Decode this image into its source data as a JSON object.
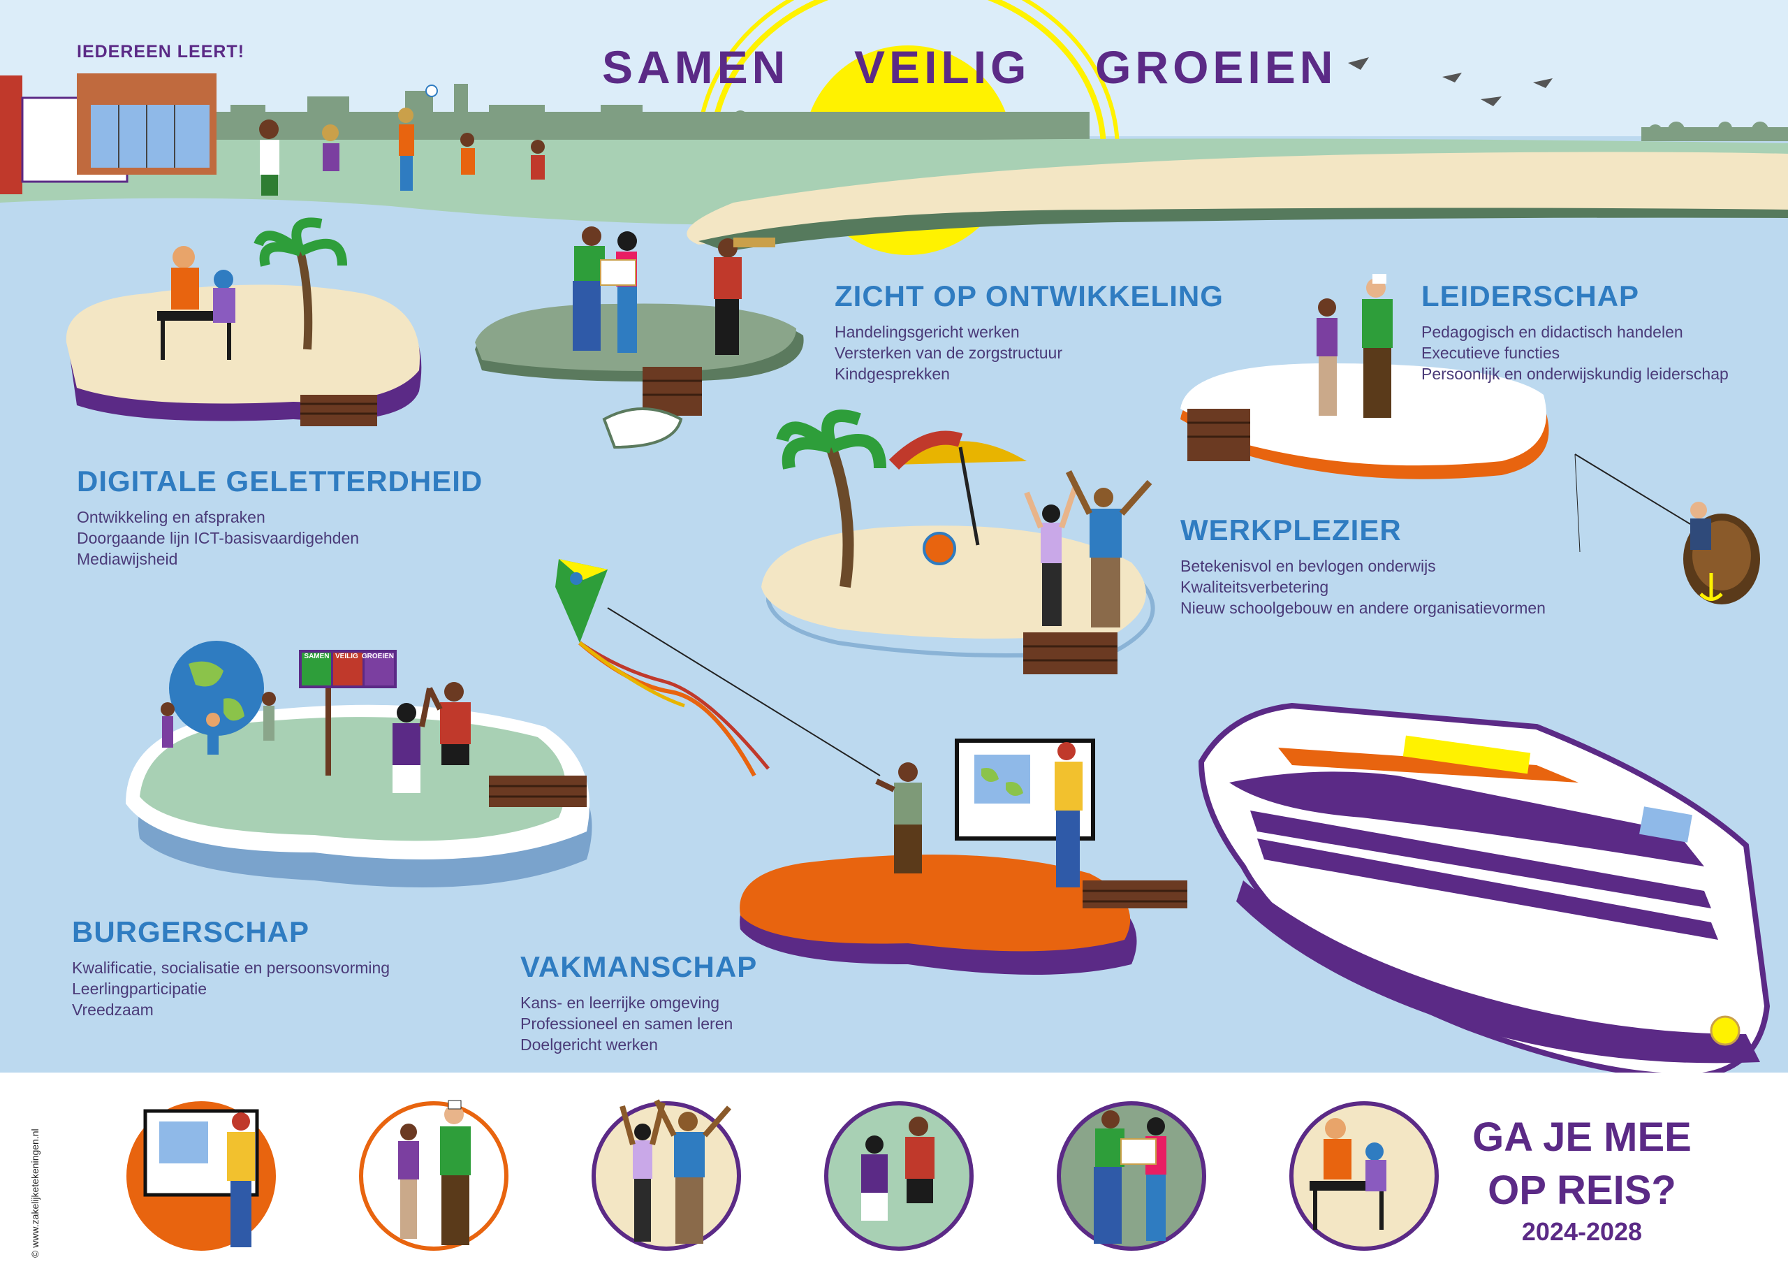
{
  "header": {
    "kicker": "IEDEREEN LEERT!",
    "title": "SAMEN  VEILIG  GROEIEN"
  },
  "sections": {
    "digitale_geletterdheid": {
      "heading": "DIGITALE GELETTERDHEID",
      "items": [
        "Ontwikkeling en afspraken",
        "Doorgaande lijn ICT-basisvaardigehden",
        "Mediawijsheid"
      ]
    },
    "zicht_op_ontwikkeling": {
      "heading": "ZICHT OP ONTWIKKELING",
      "items": [
        "Handelingsgericht werken",
        "Versterken van de zorgstructuur",
        "Kindgesprekken"
      ]
    },
    "leiderschap": {
      "heading": "LEIDERSCHAP",
      "items": [
        "Pedagogisch en didactisch handelen",
        "Executieve functies",
        "Persoonlijk en onderwijskundig leiderschap"
      ]
    },
    "werkplezier": {
      "heading": "WERKPLEZIER",
      "items": [
        "Betekenisvol en bevlogen onderwijs",
        "Kwaliteitsverbetering",
        "Nieuw schoolgebouw en andere organisatievormen"
      ]
    },
    "burgerschap": {
      "heading": "BURGERSCHAP",
      "items": [
        "Kwalificatie, socialisatie en persoonsvorming",
        "Leerlingparticipatie",
        "Vreedzaam"
      ]
    },
    "vakmanschap": {
      "heading": "VAKMANSCHAP",
      "items": [
        "Kans- en leerrijke omgeving",
        "Professioneel en samen leren",
        "Doelgericht werken"
      ]
    }
  },
  "sign": {
    "labels": [
      "SAMEN",
      "VEILIG",
      "GROEIEN"
    ]
  },
  "footer": {
    "cta_line1": "GA JE MEE",
    "cta_line2": "OP REIS?",
    "years": "2024-2028",
    "credit": "© www.zakelijketekeningen.nl",
    "badges": [
      {
        "theme": "vakmanschap",
        "ring": "#e8640f",
        "fill": "#e8640f"
      },
      {
        "theme": "leiderschap",
        "ring": "#e8640f",
        "fill": "#ffffff"
      },
      {
        "theme": "werkplezier",
        "ring": "#5b2a86",
        "fill": "#f3e6c4"
      },
      {
        "theme": "burgerschap",
        "ring": "#5b2a86",
        "fill": "#a8d0b4"
      },
      {
        "theme": "zicht-op-ontwikkeling",
        "ring": "#5b2a86",
        "fill": "#8aa58a"
      },
      {
        "theme": "digitale-geletterdheid",
        "ring": "#5b2a86",
        "fill": "#f3e6c4"
      }
    ]
  },
  "colors": {
    "sky": "#dcedf9",
    "water": "#bcd9ef",
    "purple": "#5b2a86",
    "blue_heading": "#2f7cc1",
    "orange": "#e8640f",
    "sand": "#f3e6c4",
    "grass": "#a8d0b4",
    "sun": "#fff200"
  }
}
